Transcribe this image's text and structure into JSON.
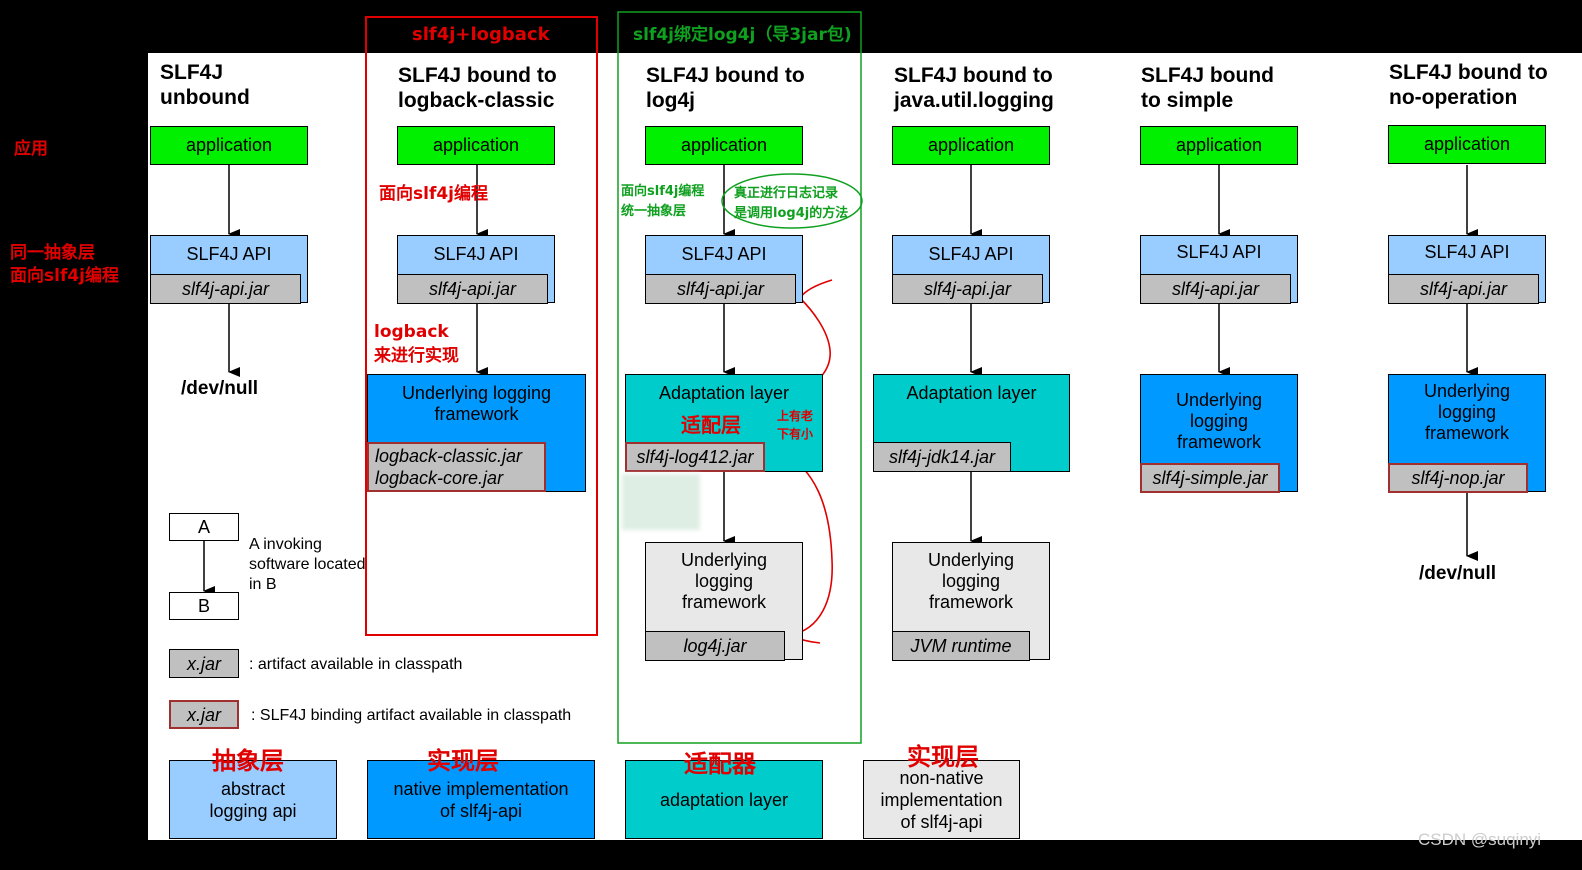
{
  "columns": [
    {
      "title": "SLF4J\nunbound",
      "app": "application",
      "api": "SLF4J API",
      "api_jar": "slf4j-api.jar",
      "end": "/dev/null"
    },
    {
      "title": "SLF4J bound to\nlogback-classic",
      "app": "application",
      "api": "SLF4J API",
      "api_jar": "slf4j-api.jar",
      "underlying": "Underlying logging\nframework",
      "underlying_jars": "logback-classic.jar\nlogback-core.jar"
    },
    {
      "title": "SLF4J bound to\nlog4j",
      "app": "application",
      "api": "SLF4J API",
      "api_jar": "slf4j-api.jar",
      "adapter": "Adaptation layer",
      "adapter_jar": "slf4j-log412.jar",
      "underlying": "Underlying\nlogging\nframework",
      "underlying_jar": "log4j.jar"
    },
    {
      "title": "SLF4J bound to\njava.util.logging",
      "app": "application",
      "api": "SLF4J API",
      "api_jar": "slf4j-api.jar",
      "adapter": "Adaptation layer",
      "adapter_jar": "slf4j-jdk14.jar",
      "underlying": "Underlying\nlogging\nframework",
      "underlying_jar": "JVM runtime"
    },
    {
      "title": "SLF4J bound\nto simple",
      "app": "application",
      "api": "SLF4J API",
      "api_jar": "slf4j-api.jar",
      "underlying": "Underlying\nlogging\nframework",
      "underlying_jar": "slf4j-simple.jar"
    },
    {
      "title": "SLF4J bound to\nno-operation",
      "app": "application",
      "api": "SLF4J API",
      "api_jar": "slf4j-api.jar",
      "underlying": "Underlying\nlogging\nframework",
      "underlying_jar": "slf4j-nop.jar",
      "end": "/dev/null"
    }
  ],
  "legend": {
    "a": "A",
    "b": "B",
    "invoking": "A invoking\nsoftware located\nin B",
    "jar": "x.jar",
    "jar_desc": ": artifact available in classpath",
    "binding_jar": "x.jar",
    "binding_desc": ": SLF4J binding artifact available in classpath"
  },
  "bottom_legend": [
    {
      "label": "abstract\nlogging api",
      "annotation": "抽象层"
    },
    {
      "label": "native implementation\nof slf4j-api",
      "annotation": "实现层"
    },
    {
      "label": "adaptation layer",
      "annotation": "适配器"
    },
    {
      "label": "non-native\nimplementation\nof slf4j-api",
      "annotation": "实现层"
    }
  ],
  "annotations": {
    "app_layer": "应用",
    "abstract_layer": "同一抽象层\n面向slf4j编程",
    "logback_group": "slf4j+logback",
    "log4j_group": "slf4j绑定log4j（导3jar包)",
    "program_to_slf4j": "面向slf4j编程",
    "logback_impl": "logback\n来进行实现",
    "log4j_program": "面向slf4j编程\n统一抽象层",
    "log4j_real": "真正进行日志记录\n是调用log4j的方法",
    "adapter_cn": "适配层",
    "up_down": "上有老\n下有小"
  },
  "watermark": "CSDN @suqinyi",
  "colors": {
    "application": "#00f000",
    "api": "#99ccff",
    "native": "#0099ff",
    "adapter": "#00cccc",
    "nonnative": "#e8e8e8",
    "jar": "#c0c0c0",
    "annotation_red": "#e00000",
    "annotation_green": "#10a020"
  }
}
